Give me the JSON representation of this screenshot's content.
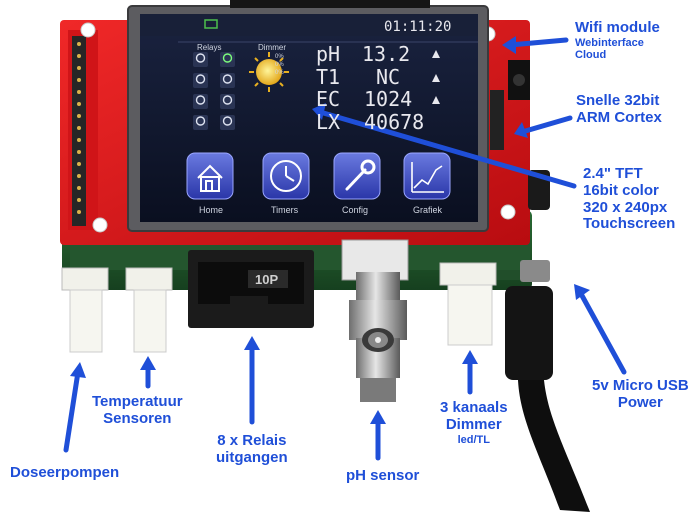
{
  "screen": {
    "clock": "01:11:20",
    "relays_label": "Relays",
    "dimmer_label": "Dimmer",
    "dimmer_values": [
      "0%",
      "0%",
      "0%"
    ],
    "readings": [
      {
        "name": "pH",
        "value": "13.2"
      },
      {
        "name": "T1",
        "value": "NC"
      },
      {
        "name": "EC",
        "value": "1024"
      },
      {
        "name": "LX",
        "value": "40678"
      }
    ],
    "buttons": [
      "Home",
      "Timers",
      "Config",
      "Grafiek"
    ]
  },
  "connectors": {
    "relay_header": "10P"
  },
  "annotations": {
    "wifi": {
      "title": "Wifi module",
      "sub": [
        "Webinterface",
        "Cloud"
      ]
    },
    "cpu": [
      "Snelle 32bit",
      "ARM Cortex"
    ],
    "tft": [
      "2.4\" TFT",
      "16bit color",
      "320 x 240px",
      "Touchscreen"
    ],
    "usb": [
      "5v Micro USB",
      "Power"
    ],
    "doseer": "Doseerpompen",
    "temp": [
      "Temperatuur",
      "Sensoren"
    ],
    "relais": [
      "8 x Relais",
      "uitgangen"
    ],
    "ph": "pH sensor",
    "dimmer": {
      "title": [
        "3 kanaals",
        "Dimmer"
      ],
      "sub": "led/TL"
    }
  },
  "colors": {
    "annotation": "#1f4fd8",
    "pcb_red": "#e01818",
    "pcb_green": "#1d5a2a",
    "screen_bg": "#0e1428"
  }
}
